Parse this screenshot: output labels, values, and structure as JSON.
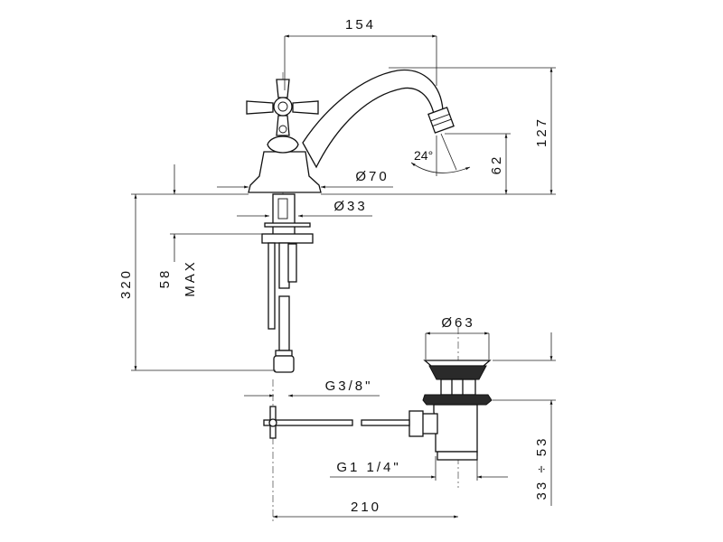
{
  "drawing": {
    "title": "Bidet mixer with pop-up waste - dimensional drawing",
    "dimensions": {
      "spout_reach": "154",
      "total_height": "127",
      "spout_height": "62",
      "spray_angle": "24°",
      "base_diameter": "Ø70",
      "shank_diameter": "Ø33",
      "hose_length": "320",
      "deck_thickness_value": "58",
      "deck_thickness_note": "MAX",
      "hose_thread": "G3/8\"",
      "waste_cap_diameter": "Ø63",
      "waste_adjust_range": "33 ÷ 53",
      "waste_thread": "G1 1/4\"",
      "lever_length": "210"
    }
  }
}
